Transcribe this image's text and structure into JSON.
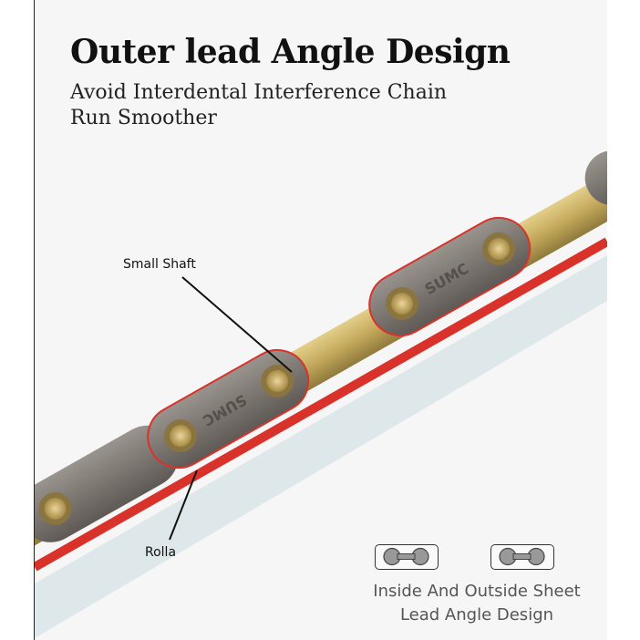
{
  "header": {
    "title": "Outer lead Angle Design",
    "subtitle_line1": "Avoid Interdental Interference Chain",
    "subtitle_line2": "Run Smoother"
  },
  "callouts": {
    "small_shaft": "Small Shaft",
    "rolla": "Rolla"
  },
  "chain": {
    "brand_mark": "SUMC",
    "colors": {
      "plate_gray": "#7a7470",
      "gold": "#c9b067",
      "red": "#d8322a",
      "pin_gold": "#d9c27a",
      "background": "#f6f6f6"
    }
  },
  "diagram": {
    "icons": [
      "link-outline-icon",
      "link-outline-icon"
    ],
    "caption_line1": "Inside And Outside Sheet",
    "caption_line2": "Lead Angle Design"
  }
}
